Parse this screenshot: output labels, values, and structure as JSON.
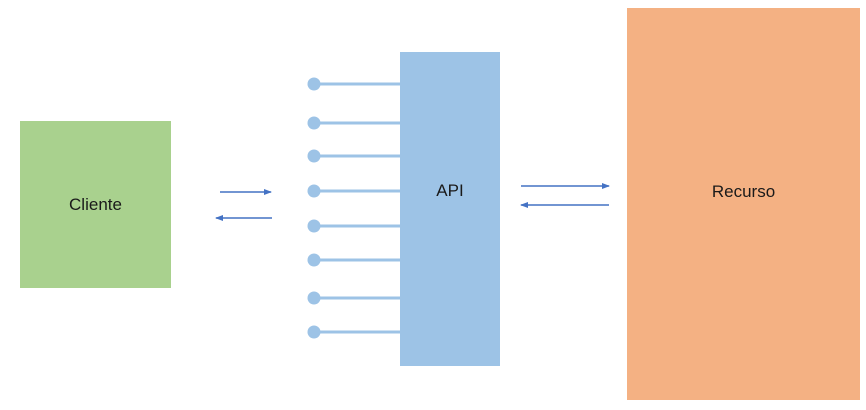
{
  "colors": {
    "client_fill": "#a9d18e",
    "api_fill": "#9dc3e6",
    "resource_fill": "#f4b183",
    "endpoint": "#9dc3e6",
    "arrow": "#4472c4"
  },
  "client": {
    "label": "Cliente"
  },
  "api": {
    "label": "API"
  },
  "resource": {
    "label": "Recurso"
  }
}
